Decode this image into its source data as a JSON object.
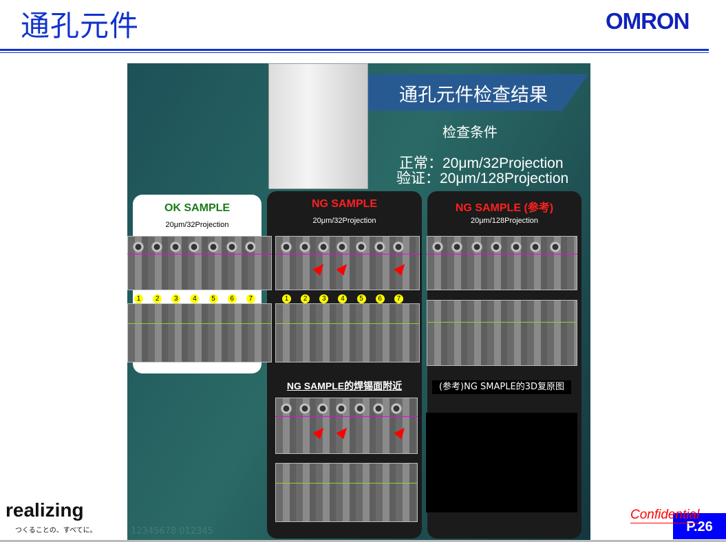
{
  "header": {
    "title": "通孔元件",
    "logo": "OMRON"
  },
  "image": {
    "banner": "通孔元件检查结果",
    "conditions_title": "检查条件",
    "cond1": "正常：20μm/32Projection",
    "cond2": "验证：20μm/128Projection",
    "ok": {
      "title": "OK SAMPLE",
      "sub": "20μm/32Projection"
    },
    "ng": {
      "title": "NG SAMPLE",
      "sub": "20μm/32Projection",
      "lower_title": "NG SAMPLE的焊锡面附近"
    },
    "ref": {
      "title": "NG SAMPLE (参考)",
      "sub": "20μm/128Projection",
      "lower_title": "(参考)NG SMAPLE的3D复原图"
    },
    "numbers": [
      "1",
      "2",
      "3",
      "4",
      "5",
      "6",
      "7"
    ],
    "watermark": "12345678 012345"
  },
  "footer": {
    "brand": "realizing",
    "tagline": "つくることの、すべてに。",
    "confidential": "Confidential",
    "page": "P.26"
  },
  "colors": {
    "title": "#1133cc",
    "ok": "#1a7a1a",
    "ng": "#ff2020",
    "page_badge": "#0000ff"
  }
}
